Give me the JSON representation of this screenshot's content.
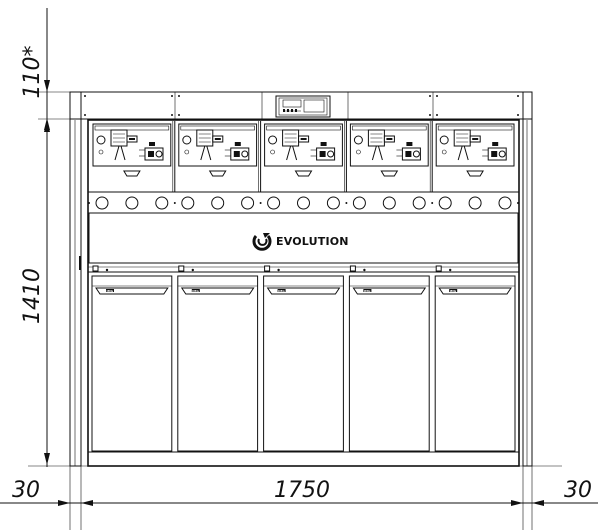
{
  "dimensions": {
    "top_height": "110*",
    "main_height": "1410",
    "width": "1750",
    "left_margin": "30",
    "right_margin": "30"
  },
  "brand": {
    "name": "EVOLUTION"
  },
  "door_badge": "IMG",
  "panel_count": 5
}
